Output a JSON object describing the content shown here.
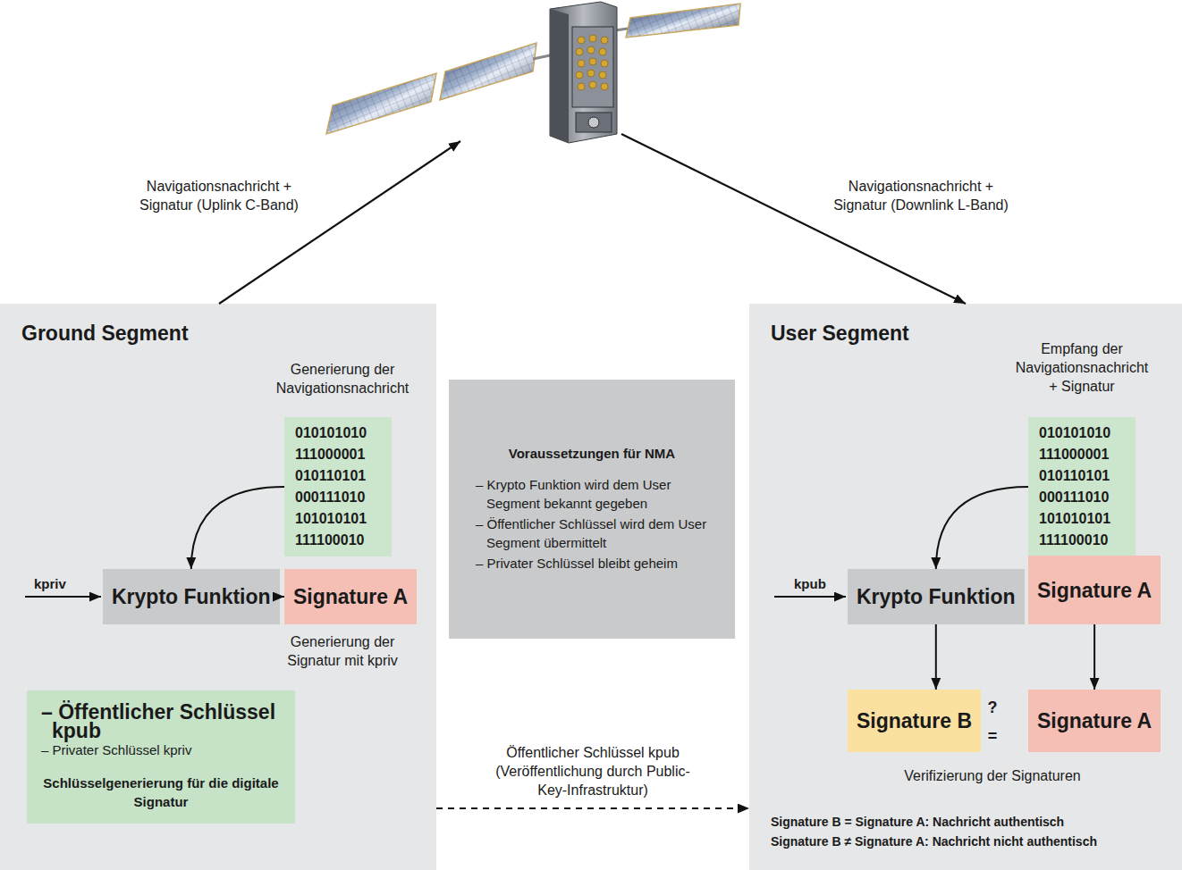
{
  "diagram": {
    "nodes": [
      {
        "text": [
          "Ground Segment"
        ]
      },
      {
        "text": [
          "010101010 111000001 010110101 000111010 101010101 111100010"
        ],
        "in": 0
      },
      {
        "text": [
          "Krypto Funktion"
        ],
        "in": 0
      },
      {
        "text": [
          "Signature A"
        ],
        "in": 0
      },
      {
        "text": [
          "– Öffentlicher Schlüssel kpub",
          "– Privater Schlüssel kpriv",
          "Schlüsselgenerierung für die digitale Signatur"
        ],
        "in": 0
      },
      {
        "text": [
          "Voraussetzungen für NMA",
          "– Krypto Funktion wird dem User Segment bekannt gegeben",
          "– Öffentlicher Schlüssel wird dem User Segment übermittelt",
          "– Privater Schlüssel bleibt geheim"
        ]
      },
      {
        "text": [
          "User Segment"
        ]
      },
      {
        "text": [
          "010101010 111000001 010110101 000111010 101010101 111100010"
        ],
        "in": 6
      },
      {
        "text": [
          "Krypto Funktion"
        ],
        "in": 6
      },
      {
        "text": [
          "Signature A"
        ],
        "in": 6
      },
      {
        "text": [
          "Signature B"
        ],
        "in": 6
      },
      {
        "text": [
          "Signature A"
        ],
        "in": 6
      }
    ],
    "edges": [
      {
        "from": 1,
        "to": 2,
        "arrow": "to"
      },
      {
        "from": 2,
        "to": 3,
        "arrow": "to"
      },
      {
        "from": 0,
        "to": 6,
        "arrow": "to",
        "label": "Öffentlicher Schlüssel kpub (Veröffentlichung durch Public-Key-Infrastruktur)"
      },
      {
        "from": 7,
        "to": 8,
        "arrow": "to"
      },
      {
        "from": 8,
        "to": 10,
        "arrow": "to"
      },
      {
        "from": 9,
        "to": 11,
        "arrow": "to"
      }
    ],
    "labels": [
      "Navigationsnachricht + Signatur (Uplink C-Band)",
      "Navigationsnachricht + Signatur (Downlink L-Band)",
      "Generierung der Navigationsnachricht",
      "kpriv",
      "Generierung der Signatur mit kpriv",
      "Empfang der Navigationsnachricht + Signatur",
      "kpub",
      "?",
      "=",
      "Verifizierung der Signaturen",
      "Signature B = Signature A: Nachricht authentisch",
      "Signature B ≠ Signature A: Nachricht nicht authentisch"
    ]
  }
}
